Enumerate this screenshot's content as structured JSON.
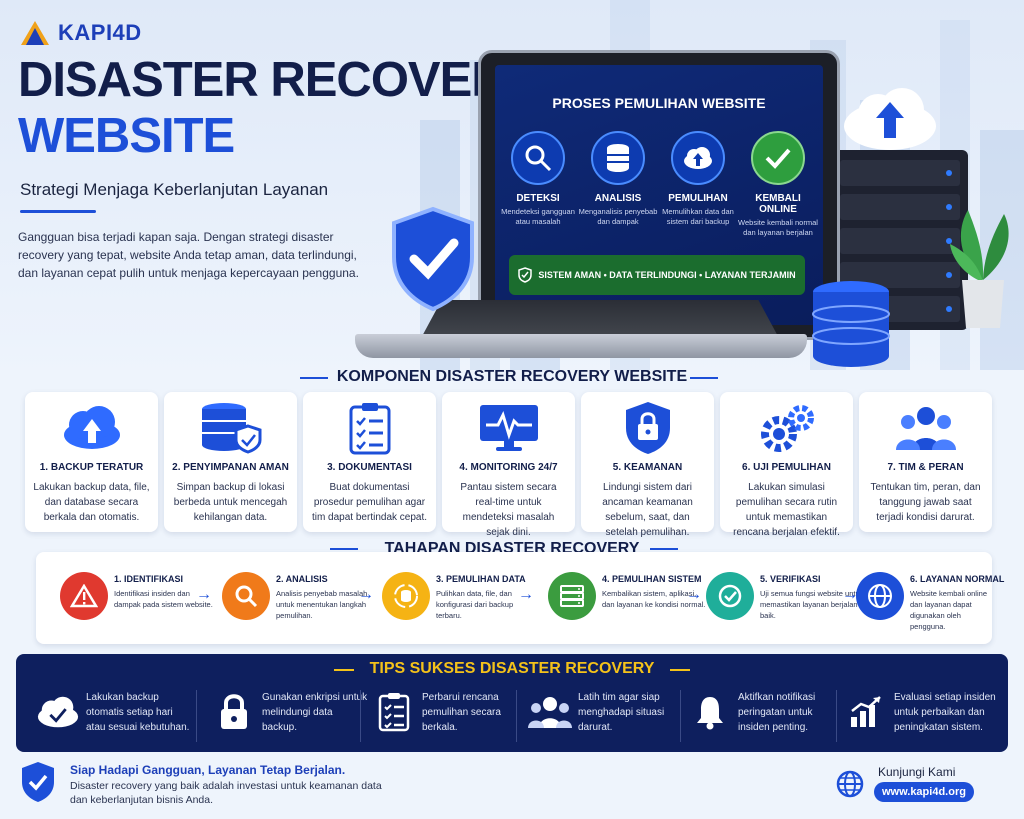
{
  "brand": {
    "name": "KAPI4D"
  },
  "hero": {
    "title_line1": "DISASTER RECOVERY",
    "title_line2": "WEBSITE",
    "subtitle": "Strategi Menjaga Keberlanjutan Layanan",
    "intro": "Gangguan bisa terjadi kapan saja. Dengan strategi disaster recovery yang tepat, website Anda tetap aman, data terlindungi, dan layanan cepat pulih untuk menjaga kepercayaan pengguna."
  },
  "screen": {
    "title": "PROSES PEMULIHAN WEBSITE",
    "steps": [
      {
        "label": "DETEKSI",
        "desc": "Mendeteksi gangguan atau masalah",
        "icon": "magnifier-icon",
        "color": "#2f6bff"
      },
      {
        "label": "ANALISIS",
        "desc": "Menganalisis penyebab dan dampak",
        "icon": "database-icon",
        "color": "#2f6bff"
      },
      {
        "label": "PEMULIHAN",
        "desc": "Memulihkan data dan sistem dari backup",
        "icon": "cloud-upload-icon",
        "color": "#2f6bff"
      },
      {
        "label": "KEMBALI ONLINE",
        "desc": "Website kembali normal dan layanan berjalan",
        "icon": "check-icon",
        "color": "#2e9e3e"
      }
    ],
    "banner": "SISTEM AMAN  •  DATA TERLINDUNGI  •  LAYANAN TERJAMIN"
  },
  "komponen": {
    "heading": "KOMPONEN DISASTER RECOVERY WEBSITE",
    "cards": [
      {
        "title": "1. BACKUP TERATUR",
        "desc": "Lakukan backup data, file, dan database secara berkala dan otomatis.",
        "icon": "cloud-upload-icon"
      },
      {
        "title": "2. PENYIMPANAN AMAN",
        "desc": "Simpan backup di lokasi berbeda untuk mencegah kehilangan data.",
        "icon": "database-shield-icon"
      },
      {
        "title": "3. DOKUMENTASI",
        "desc": "Buat dokumentasi prosedur pemulihan agar tim dapat bertindak cepat.",
        "icon": "checklist-icon"
      },
      {
        "title": "4. MONITORING 24/7",
        "desc": "Pantau sistem secara real-time untuk mendeteksi masalah sejak dini.",
        "icon": "monitor-pulse-icon"
      },
      {
        "title": "5. KEAMANAN",
        "desc": "Lindungi sistem dari ancaman keamanan sebelum, saat, dan setelah pemulihan.",
        "icon": "shield-lock-icon"
      },
      {
        "title": "6. UJI PEMULIHAN",
        "desc": "Lakukan simulasi pemulihan secara rutin untuk memastikan rencana berjalan efektif.",
        "icon": "gears-icon"
      },
      {
        "title": "7. TIM & PERAN",
        "desc": "Tentukan tim, peran, dan tanggung jawab saat terjadi kondisi darurat.",
        "icon": "team-icon"
      }
    ]
  },
  "tahapan": {
    "heading": "TAHAPAN DISASTER RECOVERY",
    "stages": [
      {
        "title": "1. IDENTIFIKASI",
        "desc": "Identifikasi insiden dan dampak pada sistem website.",
        "icon": "warning-icon",
        "color": "#e0392f"
      },
      {
        "title": "2. ANALISIS",
        "desc": "Analisis penyebab masalah untuk menentukan langkah pemulihan.",
        "icon": "magnifier-icon",
        "color": "#f07a1a"
      },
      {
        "title": "3. PEMULIHAN DATA",
        "desc": "Pulihkan data, file, dan konfigurasi dari backup terbaru.",
        "icon": "database-refresh-icon",
        "color": "#f5b314"
      },
      {
        "title": "4. PEMULIHAN SISTEM",
        "desc": "Kembalikan sistem, aplikasi, dan layanan ke kondisi normal.",
        "icon": "server-icon",
        "color": "#3b9c3f"
      },
      {
        "title": "5. VERIFIKASI",
        "desc": "Uji semua fungsi website untuk memastikan layanan berjalan baik.",
        "icon": "check-circle-icon",
        "color": "#1fae9a"
      },
      {
        "title": "6. LAYANAN NORMAL",
        "desc": "Website kembali online dan layanan dapat digunakan oleh pengguna.",
        "icon": "globe-icon",
        "color": "#1d4fd8"
      }
    ]
  },
  "tips": {
    "heading": "TIPS SUKSES DISASTER RECOVERY",
    "items": [
      {
        "desc": "Lakukan backup otomatis setiap hari atau sesuai kebutuhan.",
        "icon": "cloud-check-icon"
      },
      {
        "desc": "Gunakan enkripsi untuk melindungi data backup.",
        "icon": "lock-icon"
      },
      {
        "desc": "Perbarui rencana pemulihan secara berkala.",
        "icon": "checklist-icon"
      },
      {
        "desc": "Latih tim agar siap menghadapi situasi darurat.",
        "icon": "team-icon"
      },
      {
        "desc": "Aktifkan notifikasi peringatan untuk insiden penting.",
        "icon": "bell-icon"
      },
      {
        "desc": "Evaluasi setiap insiden untuk perbaikan dan peningkatan sistem.",
        "icon": "chart-up-icon"
      }
    ]
  },
  "footer": {
    "tagline": "Siap Hadapi Gangguan, Layanan Tetap Berjalan.",
    "desc": "Disaster recovery yang baik adalah investasi untuk keamanan data dan keberlanjutan bisnis Anda.",
    "visit_label": "Kunjungi Kami",
    "url": "www.kapi4d.org"
  }
}
